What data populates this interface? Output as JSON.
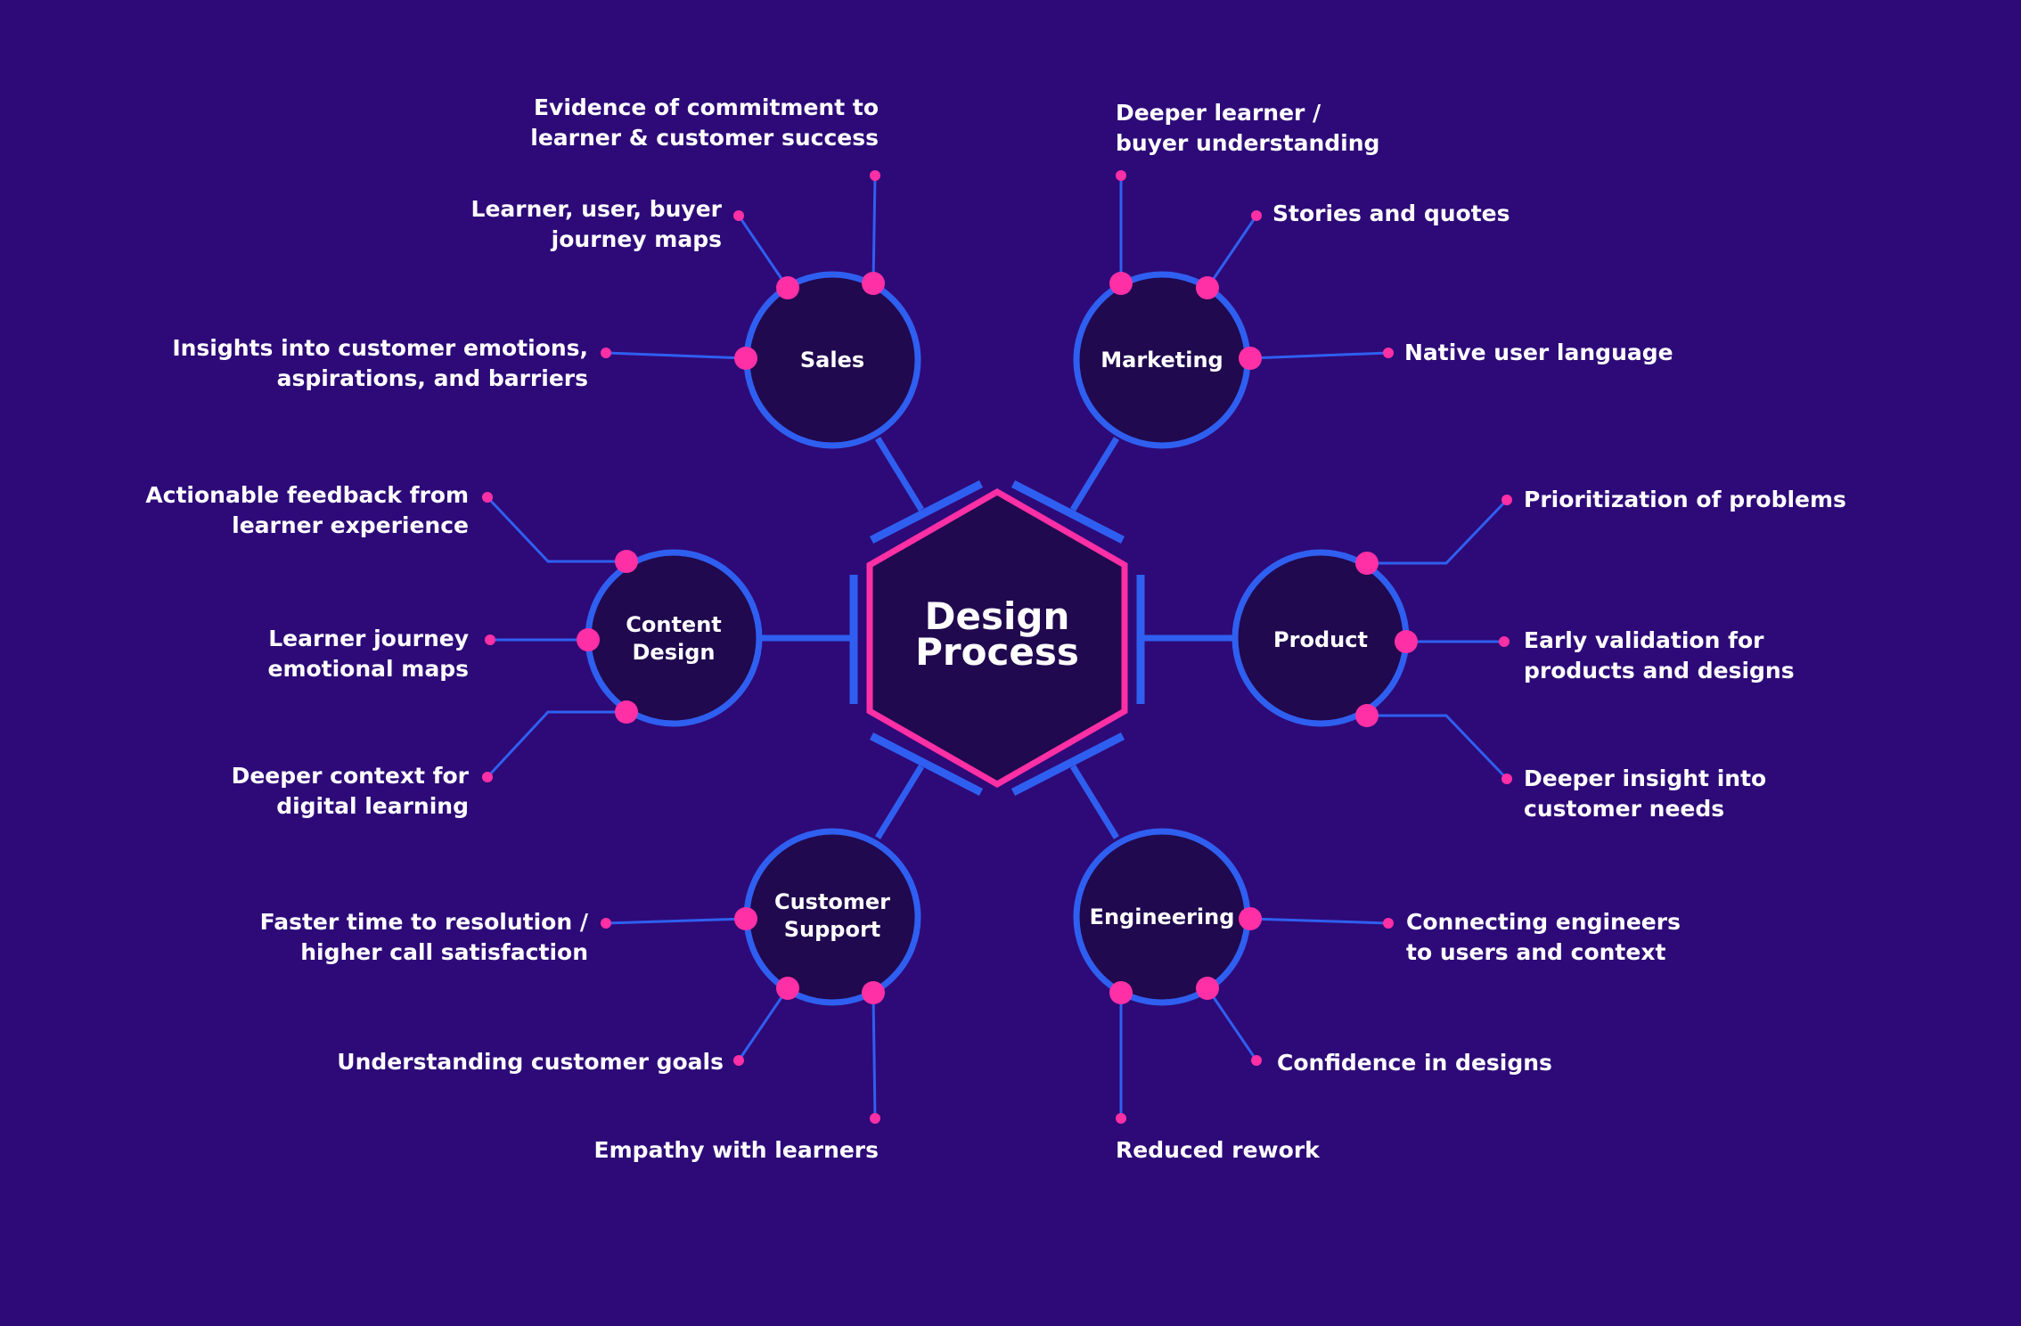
{
  "center": {
    "title_line1": "Design",
    "title_line2": "Process"
  },
  "nodes": [
    {
      "id": "sales",
      "line1": "Sales",
      "line2": ""
    },
    {
      "id": "marketing",
      "line1": "Marketing",
      "line2": ""
    },
    {
      "id": "content-design",
      "line1": "Content",
      "line2": "Design"
    },
    {
      "id": "product",
      "line1": "Product",
      "line2": ""
    },
    {
      "id": "customer-support",
      "line1": "Customer",
      "line2": "Support"
    },
    {
      "id": "engineering",
      "line1": "Engineering",
      "line2": ""
    }
  ],
  "labels": {
    "sales_commitment": {
      "l1": "Evidence of commitment to",
      "l2": "learner & customer success"
    },
    "sales_journey": {
      "l1": "Learner, user, buyer",
      "l2": "journey maps"
    },
    "sales_insights": {
      "l1": "Insights into customer emotions,",
      "l2": "aspirations, and barriers"
    },
    "mkt_understanding": {
      "l1": "Deeper learner /",
      "l2": "buyer understanding"
    },
    "mkt_stories": {
      "l1": "Stories and quotes",
      "l2": ""
    },
    "mkt_language": {
      "l1": "Native user language",
      "l2": ""
    },
    "cd_feedback": {
      "l1": "Actionable feedback from",
      "l2": "learner experience"
    },
    "cd_maps": {
      "l1": "Learner journey",
      "l2": "emotional maps"
    },
    "cd_context": {
      "l1": "Deeper context for",
      "l2": "digital learning"
    },
    "prod_prioritization": {
      "l1": "Prioritization of problems",
      "l2": ""
    },
    "prod_validation": {
      "l1": "Early validation for",
      "l2": "products and designs"
    },
    "prod_insight": {
      "l1": "Deeper insight into",
      "l2": "customer needs"
    },
    "cs_resolution": {
      "l1": "Faster time to resolution /",
      "l2": "higher call satisfaction"
    },
    "cs_goals": {
      "l1": "Understanding customer goals",
      "l2": ""
    },
    "cs_empathy": {
      "l1": "Empathy with learners",
      "l2": ""
    },
    "eng_connecting": {
      "l1": "Connecting engineers",
      "l2": "to users and context"
    },
    "eng_confidence": {
      "l1": "Confidence in designs",
      "l2": ""
    },
    "eng_rework": {
      "l1": "Reduced rework",
      "l2": ""
    }
  },
  "colors": {
    "background": "#2d0a78",
    "node_fill": "#20094f",
    "ring_blue": "#2f5ff0",
    "accent_pink": "#ff2fa5",
    "text": "#ffffff"
  }
}
